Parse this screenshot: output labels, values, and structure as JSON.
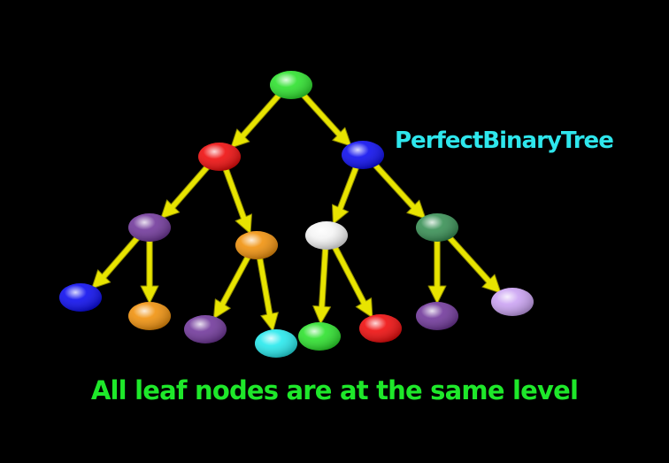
{
  "title": "PerfectBinaryTree",
  "caption": "All leaf nodes are at the same level",
  "colors": {
    "background": "#000000",
    "title": "#2ee6ec",
    "caption": "#1ee82a",
    "arrow": "#e8e400"
  },
  "tree": {
    "nodes": [
      {
        "id": "root",
        "color": "#22e022"
      },
      {
        "id": "l",
        "color": "#ee0000"
      },
      {
        "id": "r",
        "color": "#0000ee"
      },
      {
        "id": "ll",
        "color": "#6a2e96"
      },
      {
        "id": "lr",
        "color": "#f08c00"
      },
      {
        "id": "rl",
        "color": "#f4f4f4"
      },
      {
        "id": "rr",
        "color": "#2e8a4c"
      },
      {
        "id": "lll",
        "color": "#0000ee"
      },
      {
        "id": "llr",
        "color": "#f08c00"
      },
      {
        "id": "lrl",
        "color": "#6a2e96"
      },
      {
        "id": "lrr",
        "color": "#1ce8ec"
      },
      {
        "id": "rll",
        "color": "#22e022"
      },
      {
        "id": "rlr",
        "color": "#ee0000"
      },
      {
        "id": "rrl",
        "color": "#6a2e96"
      },
      {
        "id": "rrr",
        "color": "#c89ef2"
      }
    ],
    "edges": [
      [
        "root",
        "l"
      ],
      [
        "root",
        "r"
      ],
      [
        "l",
        "ll"
      ],
      [
        "l",
        "lr"
      ],
      [
        "r",
        "rl"
      ],
      [
        "r",
        "rr"
      ],
      [
        "ll",
        "lll"
      ],
      [
        "ll",
        "llr"
      ],
      [
        "lr",
        "lrl"
      ],
      [
        "lr",
        "lrr"
      ],
      [
        "rl",
        "rll"
      ],
      [
        "rl",
        "rlr"
      ],
      [
        "rr",
        "rrl"
      ],
      [
        "rr",
        "rrr"
      ]
    ]
  }
}
